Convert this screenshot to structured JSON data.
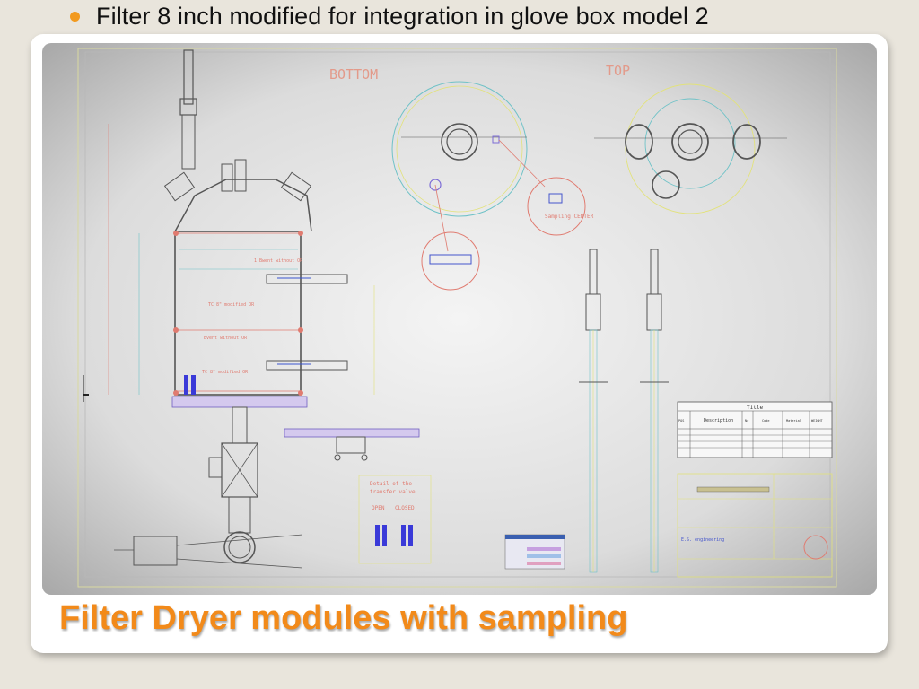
{
  "bullet": {
    "text": "Filter 8 inch modified for integration in glove box model 2"
  },
  "drawing": {
    "view_bottom": "BOTTOM",
    "view_top": "TOP",
    "sampling_center": "Sampling\nCENTER",
    "title_block_header": "Title",
    "title_block_columns": [
      "POS",
      "Description",
      "Nr",
      "Code",
      "Material",
      "WEIGHT"
    ],
    "transfer_valve_title": "Detail of the transfer valve",
    "transfer_valve_open": "OPEN",
    "transfer_valve_closed": "CLOSED",
    "company": "E.S. engineering",
    "notes": [
      "1 Bwent without OR",
      "TC 8\" modified OR",
      "Bvent without OR",
      "TC 8\" modified OR"
    ]
  },
  "caption": {
    "text": "Filter Dryer modules with sampling"
  }
}
